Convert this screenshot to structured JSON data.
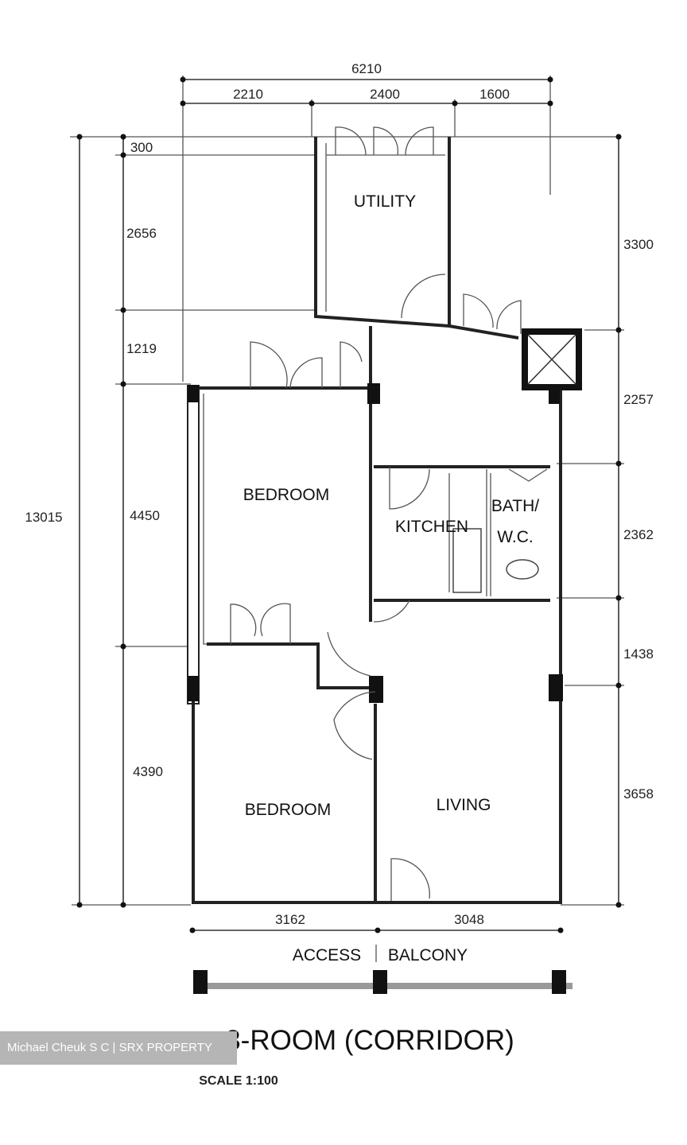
{
  "plan": {
    "title": "3-ROOM (CORRIDOR)",
    "scale": "SCALE 1:100",
    "rooms": {
      "utility": "UTILITY",
      "bedroom_1": "BEDROOM",
      "kitchen": "KITCHEN",
      "bath_line1": "BATH/",
      "bath_line2": "W.C.",
      "bedroom_2": "BEDROOM",
      "living": "LIVING"
    },
    "dims_top": {
      "overall": "6210",
      "seg1": "2210",
      "seg2": "2400",
      "seg3": "1600"
    },
    "dims_left": {
      "overall": "13015",
      "seg1": "300",
      "seg2": "2656",
      "seg3": "1219",
      "seg4": "4450",
      "seg5": "4390"
    },
    "dims_right": {
      "seg1": "3300",
      "seg2": "2257",
      "seg3": "2362",
      "seg4": "1438",
      "seg5": "3658"
    },
    "dims_bottom": {
      "seg1": "3162",
      "seg2": "3048"
    },
    "corridor": {
      "left": "ACCESS",
      "right": "BALCONY"
    }
  },
  "watermark": "Michael Cheuk S C | SRX PROPERTY"
}
